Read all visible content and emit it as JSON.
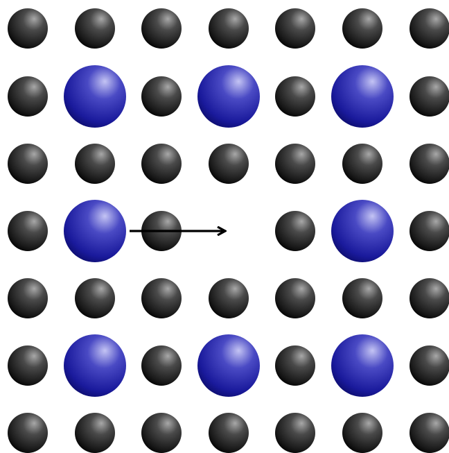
{
  "figure": {
    "background": "#ffffff",
    "lattice": {
      "rows": 7,
      "cols": 7,
      "host_atom": {
        "kind": "small-dark-sphere",
        "color": "#1a1a1a",
        "highlight": "#9a9a9a"
      },
      "solute_atom": {
        "kind": "large-blue-sphere",
        "color": "#1a1a9c",
        "highlight": "#b8b8f0"
      },
      "solute_sites": [
        {
          "row": 1,
          "col": 1
        },
        {
          "row": 1,
          "col": 3
        },
        {
          "row": 1,
          "col": 5
        },
        {
          "row": 3,
          "col": 1
        },
        {
          "row": 3,
          "col": 5
        },
        {
          "row": 5,
          "col": 1
        },
        {
          "row": 5,
          "col": 3
        },
        {
          "row": 5,
          "col": 5
        }
      ],
      "vacancy_sites": [
        {
          "row": 3,
          "col": 3
        }
      ],
      "jump_arrow": {
        "from": {
          "row": 3,
          "col": 1
        },
        "to": {
          "row": 3,
          "col": 3
        },
        "color": "#000000"
      }
    }
  }
}
